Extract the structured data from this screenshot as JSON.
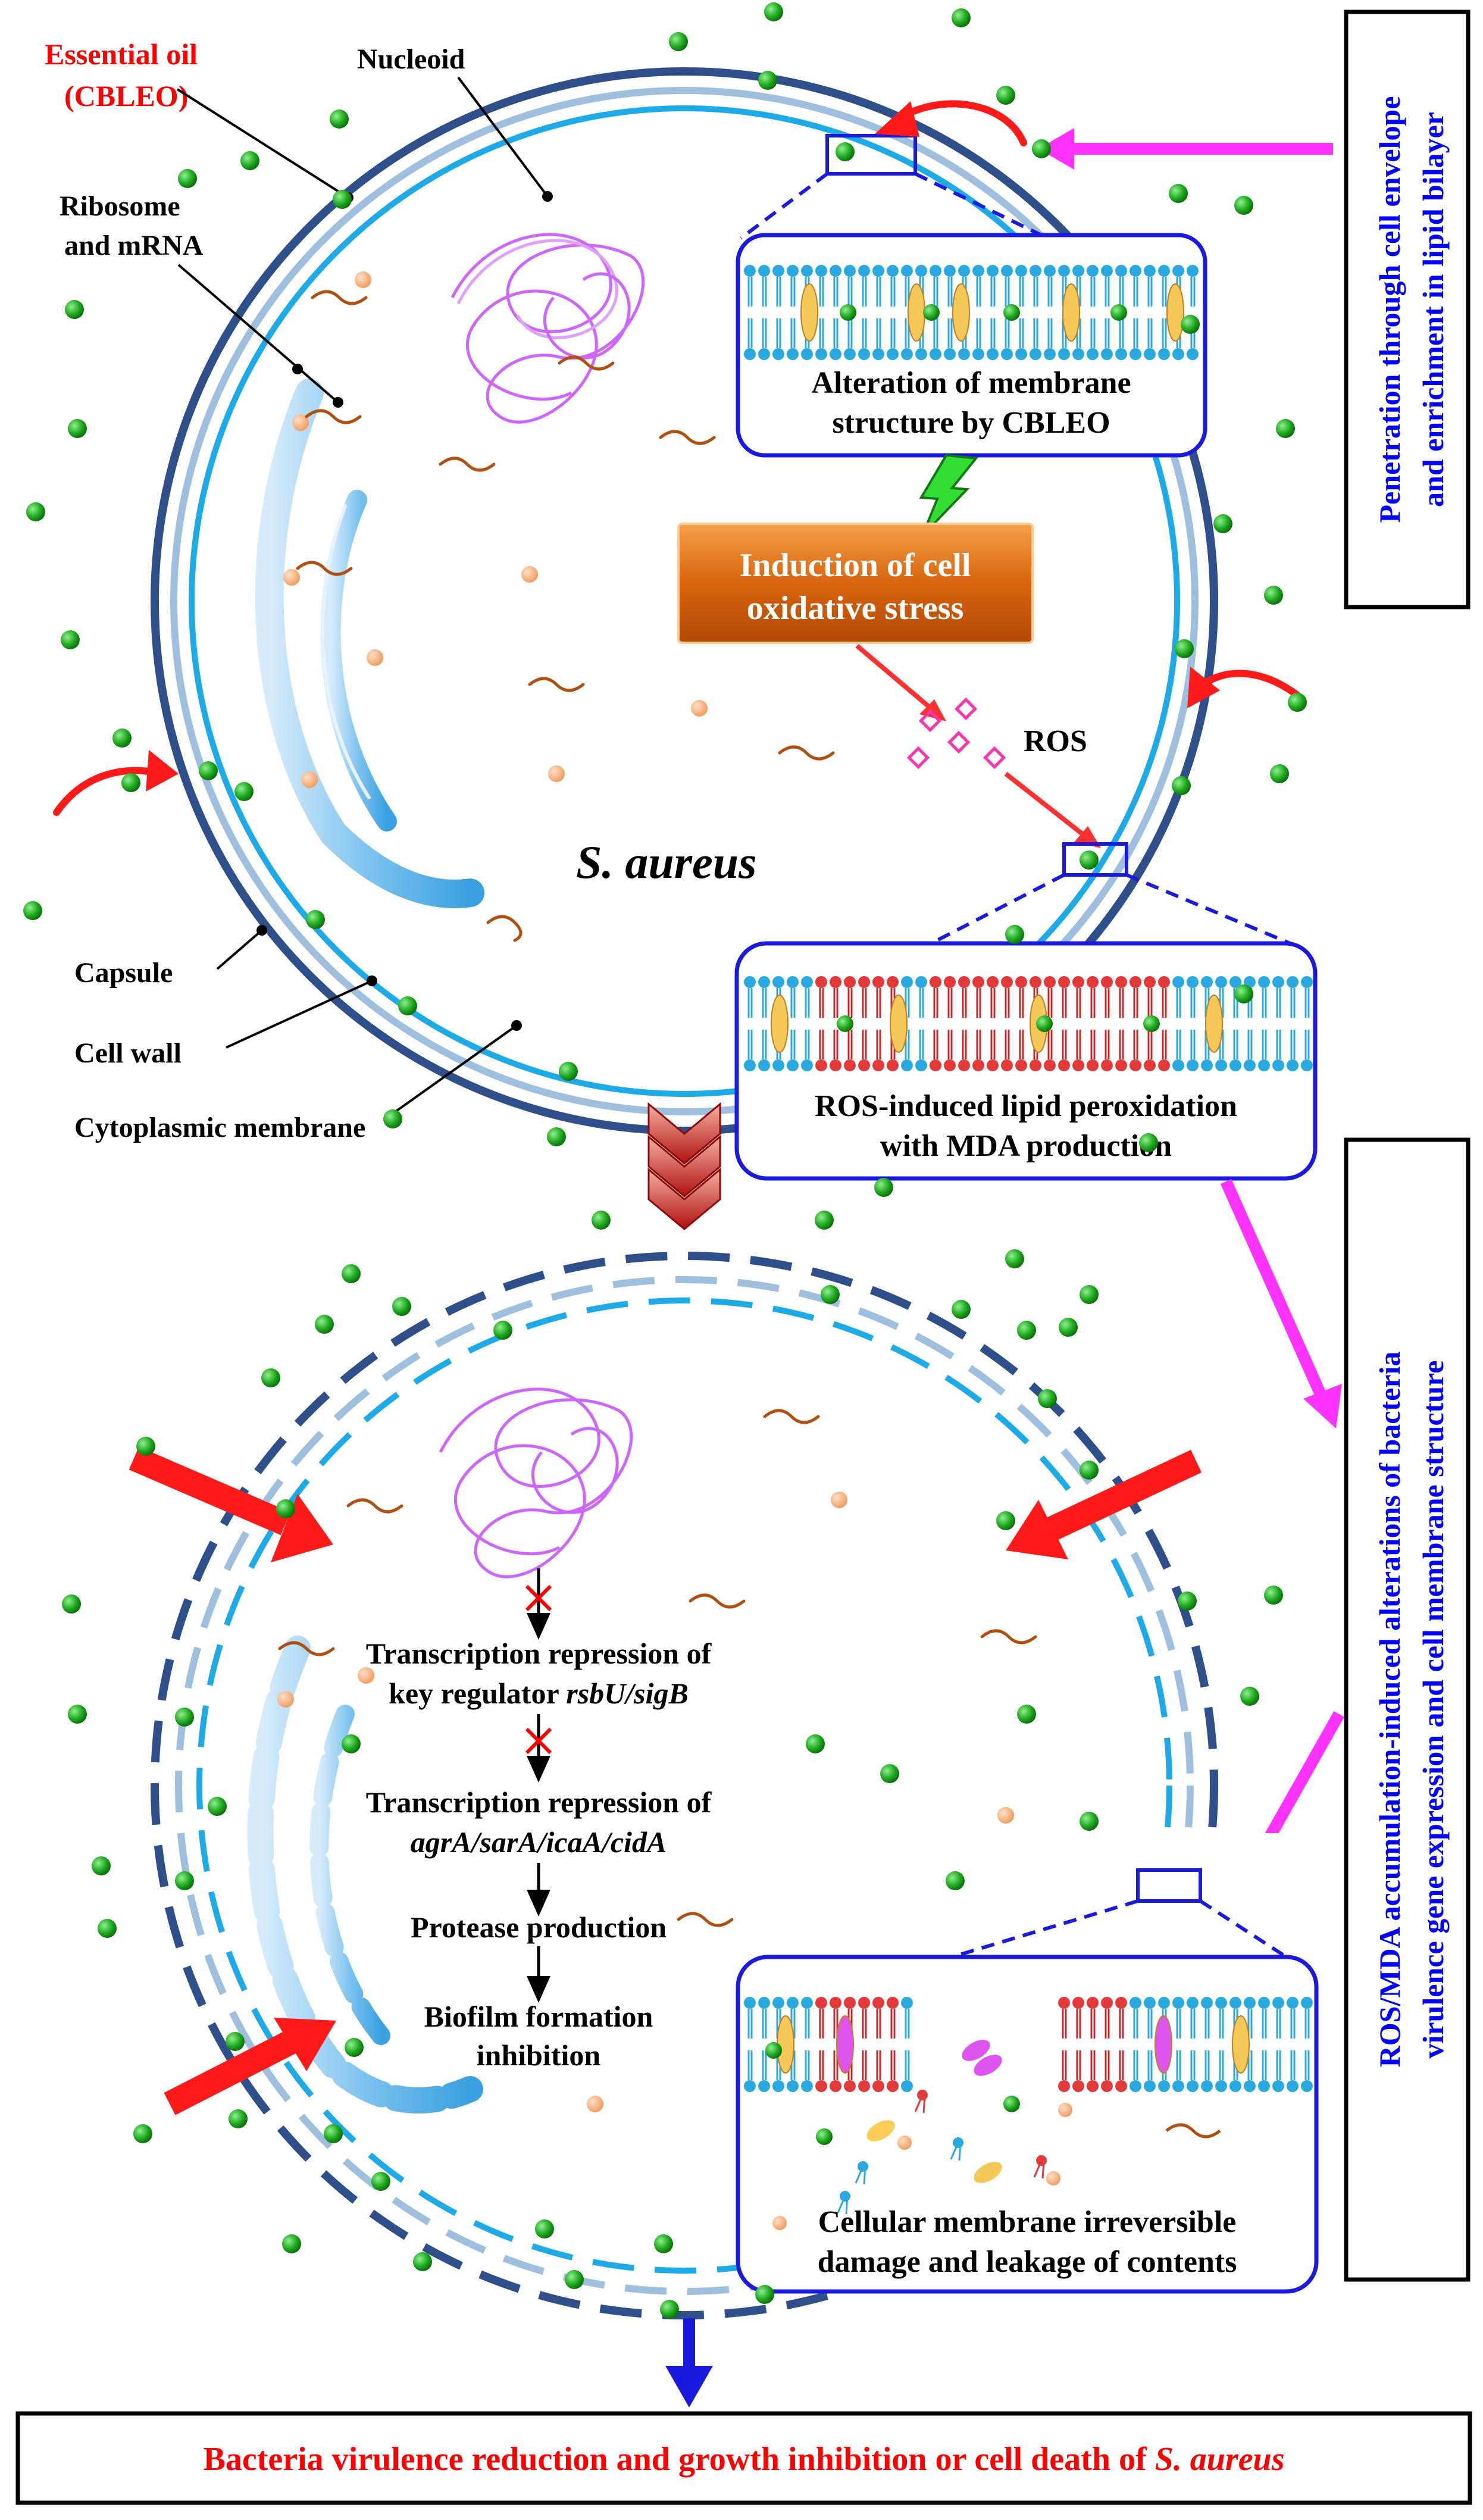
{
  "labels": {
    "essential_oil": "Essential oil",
    "cbleo": "(CBLEO)",
    "nucleoid": "Nucleoid",
    "ribosome_1": "Ribosome",
    "ribosome_2": "and mRNA",
    "capsule": "Capsule",
    "cell_wall": "Cell wall",
    "cytoplasmic_membrane": "Cytoplasmic membrane",
    "species": "S. aureus",
    "ros": "ROS"
  },
  "boxes": {
    "alteration_1": "Alteration of membrane",
    "alteration_2": "structure by CBLEO",
    "induction_1": "Induction of cell",
    "induction_2": "oxidative stress",
    "peroxidation_1": "ROS-induced lipid peroxidation",
    "peroxidation_2": "with MDA production",
    "damage_1": "Cellular membrane irreversible",
    "damage_2": "damage and leakage of contents"
  },
  "side_labels": {
    "penetration_1": "Penetration through cell envelope",
    "penetration_2": "and enrichment in lipid bilayer",
    "accumulation_1": "ROS/MDA accumulation-induced alterations of  bacteria",
    "accumulation_2": "virulence gene expression and  cell membrane structure"
  },
  "pathway": {
    "step1_line1": "Transcription repression of",
    "step1_line2_plain": "key regulator ",
    "step1_line2_italic": "rsbU/sigB",
    "step2_line1": "Transcription repression of",
    "step2_line2_italic": "agrA/sarA/icaA/cidA",
    "step3": "Protease production",
    "step4_line1": "Biofilm formation",
    "step4_line2": "inhibition"
  },
  "conclusion": {
    "text_plain": "Bacteria virulence reduction and growth inhibition or cell death of ",
    "text_italic": "S. aureus"
  },
  "colors": {
    "capsule": "#2e4f8a",
    "cell_wall": "#9fbfdf",
    "membrane": "#1eaae6",
    "box_border": "#1a1adf",
    "oil_particle": "#22aa22",
    "magenta_arrow": "#ff33ff",
    "red_arrow": "#ff2020",
    "induction_box": "#e06a10",
    "nucleoid": "#cc66ff",
    "conclusion_text": "#ff0000"
  },
  "icons": [
    "oil-droplet-icon",
    "ribosome-icon",
    "mrna-icon",
    "ros-diamond-icon",
    "lightning-bolt-icon",
    "chevron-down-icon"
  ]
}
